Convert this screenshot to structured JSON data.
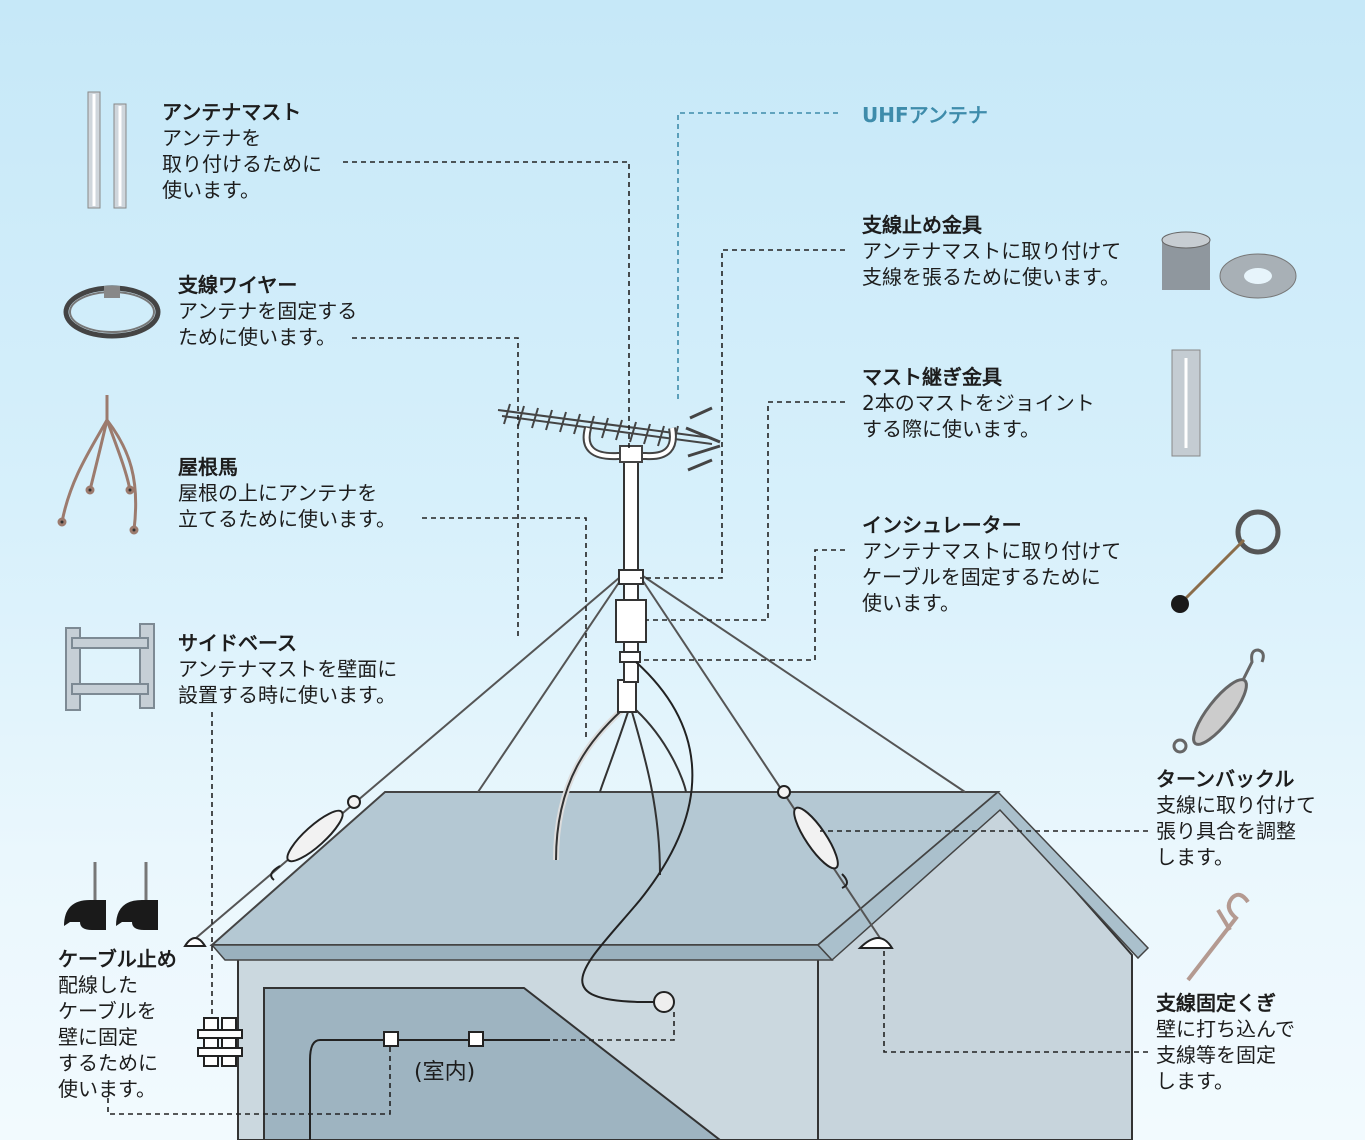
{
  "uhf_label": "UHFアンテナ",
  "room_label": "(室内)",
  "parts": {
    "mast": {
      "title": "アンテナマスト",
      "desc": "アンテナを\n取り付けるために\n使います。"
    },
    "guy_wire": {
      "title": "支線ワイヤー",
      "desc": "アンテナを固定する\nために使います。"
    },
    "roof_mount": {
      "title": "屋根馬",
      "desc": "屋根の上にアンテナを\n立てるために使います。"
    },
    "side_base": {
      "title": "サイドベース",
      "desc": "アンテナマストを壁面に\n設置する時に使います。"
    },
    "cable_clip": {
      "title": "ケーブル止め",
      "desc": "配線した\nケーブルを\n壁に固定\nするために\n使います。"
    },
    "guy_bracket": {
      "title": "支線止め金具",
      "desc": "アンテナマストに取り付けて\n支線を張るために使います。"
    },
    "mast_joint": {
      "title": "マスト継ぎ金具",
      "desc": "2本のマストをジョイント\nする際に使います。"
    },
    "insulator": {
      "title": "インシュレーター",
      "desc": "アンテナマストに取り付けて\nケーブルを固定するために\n使います。"
    },
    "turnbuckle": {
      "title": "ターンバックル",
      "desc": "支線に取り付けて\n張り具合を調整\nします。"
    },
    "guy_nail": {
      "title": "支線固定くぎ",
      "desc": "壁に打ち込んで\n支線等を固定\nします。"
    }
  },
  "colors": {
    "sky_top": "#c6e8f8",
    "roof": "#b4c9d4",
    "wall": "#cdd9e0",
    "uhf_text": "#3e8cab"
  }
}
